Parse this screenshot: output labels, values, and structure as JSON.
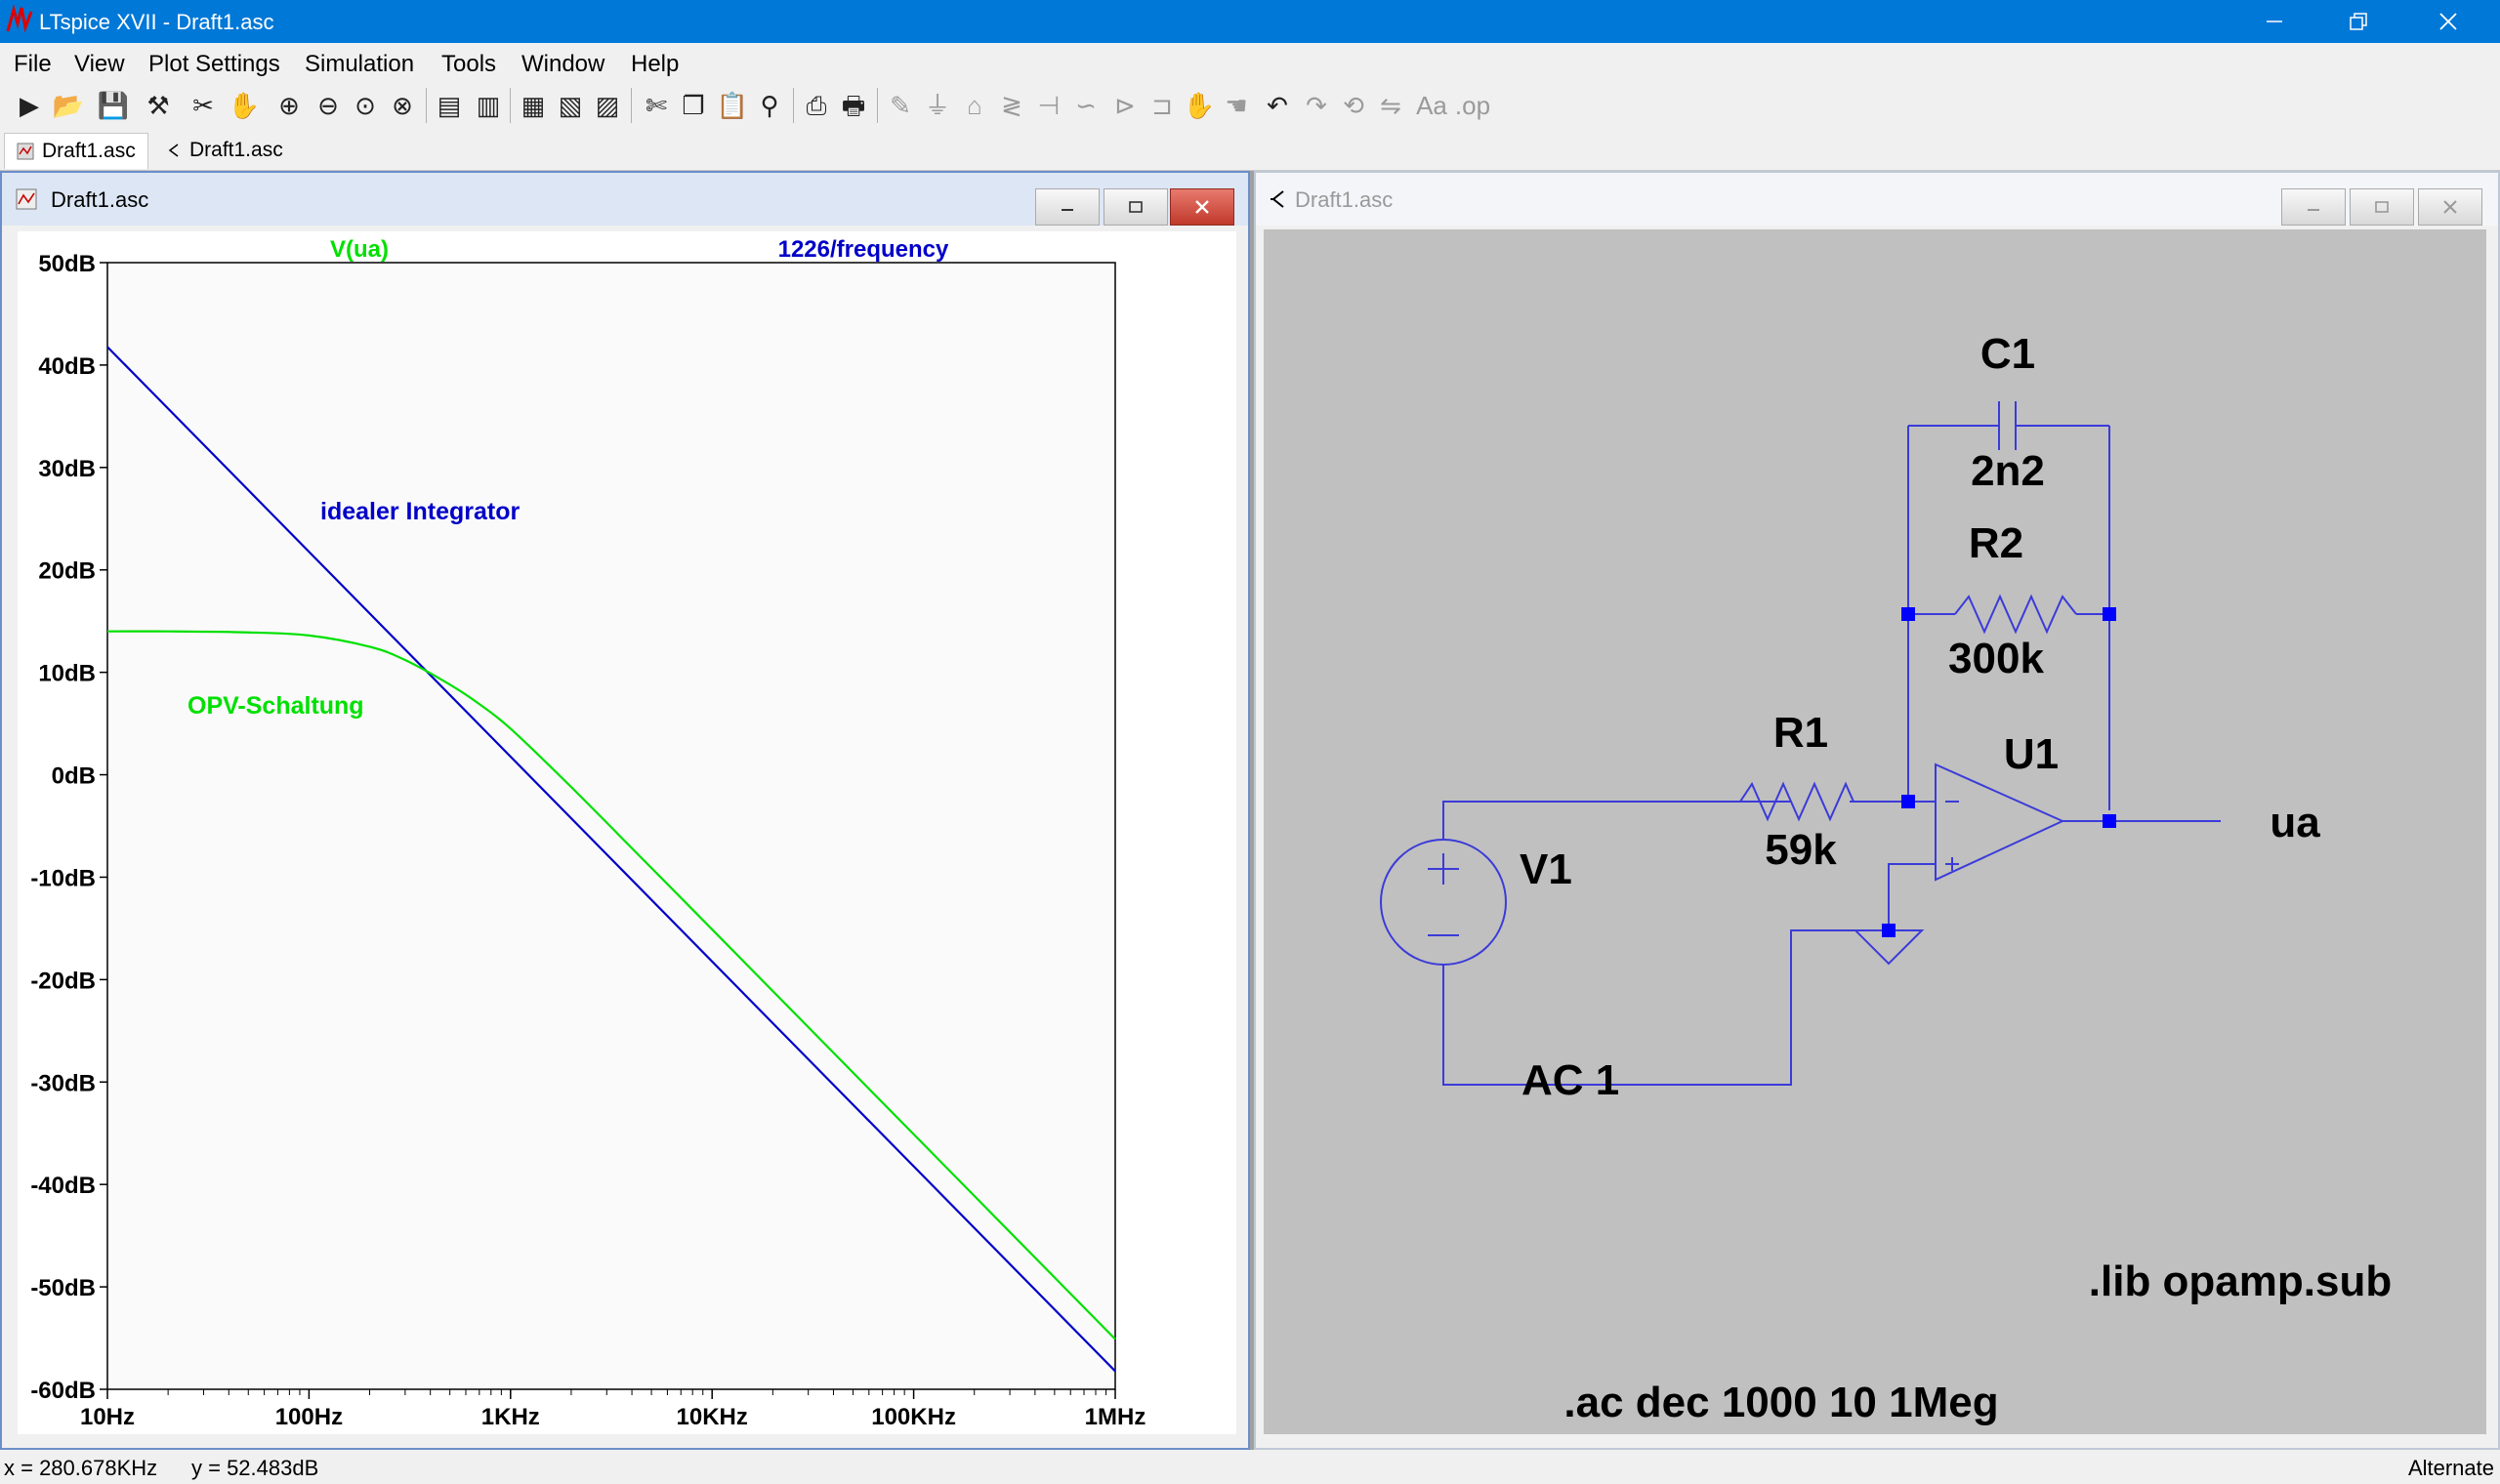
{
  "window": {
    "title": "LTspice XVII - Draft1.asc"
  },
  "menu": [
    "File",
    "View",
    "Plot Settings",
    "Simulation",
    "Tools",
    "Window",
    "Help"
  ],
  "toolbar_icons": [
    "run-icon",
    "open-icon",
    "save-icon",
    "control-panel-icon",
    "halt-icon",
    "pan-icon",
    "zoom-in-icon",
    "zoom-out-icon",
    "zoom-fit-icon",
    "zoom-cancel-icon",
    "autorange-icon",
    "manual-limits-icon",
    "tile-horizontal-icon",
    "tile-vertical-icon",
    "cascade-icon",
    "cut-icon",
    "copy-icon",
    "paste-icon",
    "find-icon",
    "print-setup-icon",
    "print-icon",
    "wire-icon",
    "ground-icon",
    "label-net-icon",
    "resistor-icon",
    "capacitor-icon",
    "inductor-icon",
    "diode-icon",
    "component-icon",
    "move-icon",
    "drag-icon",
    "undo-icon",
    "redo-icon",
    "rotate-icon",
    "mirror-icon",
    "text-icon",
    "spice-directive-icon"
  ],
  "tabs": [
    {
      "label": "Draft1.asc",
      "icon": "waveform-tab-icon",
      "active": true
    },
    {
      "label": "Draft1.asc",
      "icon": "schematic-tab-icon",
      "active": false
    }
  ],
  "plot_window": {
    "title": "Draft1.asc",
    "trace_labels": [
      {
        "text": "V(ua)",
        "color": "#00e000"
      },
      {
        "text": "1226/frequency",
        "color": "#0000c8"
      }
    ],
    "annotations": [
      {
        "text": "idealer Integrator",
        "color": "#0000c8"
      },
      {
        "text": "OPV-Schaltung",
        "color": "#00e000"
      }
    ]
  },
  "chart_data": {
    "type": "line",
    "xscale": "log",
    "xlim": [
      10,
      1000000
    ],
    "ylim": [
      -60,
      50
    ],
    "xticks": [
      "10Hz",
      "100Hz",
      "1KHz",
      "10KHz",
      "100KHz",
      "1MHz"
    ],
    "yticks": [
      "50dB",
      "40dB",
      "30dB",
      "20dB",
      "10dB",
      "0dB",
      "-10dB",
      "-20dB",
      "-30dB",
      "-40dB",
      "-50dB",
      "-60dB"
    ],
    "series": [
      {
        "name": "1226/frequency",
        "color": "#0000c8",
        "x": [
          10,
          1000000
        ],
        "y": [
          41.77,
          -58.23
        ]
      },
      {
        "name": "V(ua)",
        "color": "#00e000",
        "x": [
          10,
          20,
          50,
          100,
          200,
          300,
          500,
          700,
          1000,
          2000,
          5000,
          10000,
          100000,
          1000000
        ],
        "y": [
          14.0,
          14.0,
          13.9,
          13.6,
          12.5,
          11.2,
          8.8,
          6.9,
          4.5,
          -1.2,
          -9.1,
          -15.1,
          -35.1,
          -55.1
        ]
      }
    ]
  },
  "schematic_window": {
    "title": "Draft1.asc",
    "components": [
      {
        "ref": "C1",
        "value": "2n2"
      },
      {
        "ref": "R2",
        "value": "300k"
      },
      {
        "ref": "R1",
        "value": "59k"
      },
      {
        "ref": "U1",
        "value": ""
      },
      {
        "ref": "V1",
        "value": "AC 1"
      }
    ],
    "net_label": "ua",
    "directives": [
      ".lib opamp.sub",
      ".ac dec 1000 10 1Meg"
    ],
    "wire_color": "#3b3bd9",
    "junction_color": "#0000ff"
  },
  "status": {
    "x": "x = 280.678KHz",
    "y": "y = 52.483dB",
    "mode": "Alternate"
  }
}
